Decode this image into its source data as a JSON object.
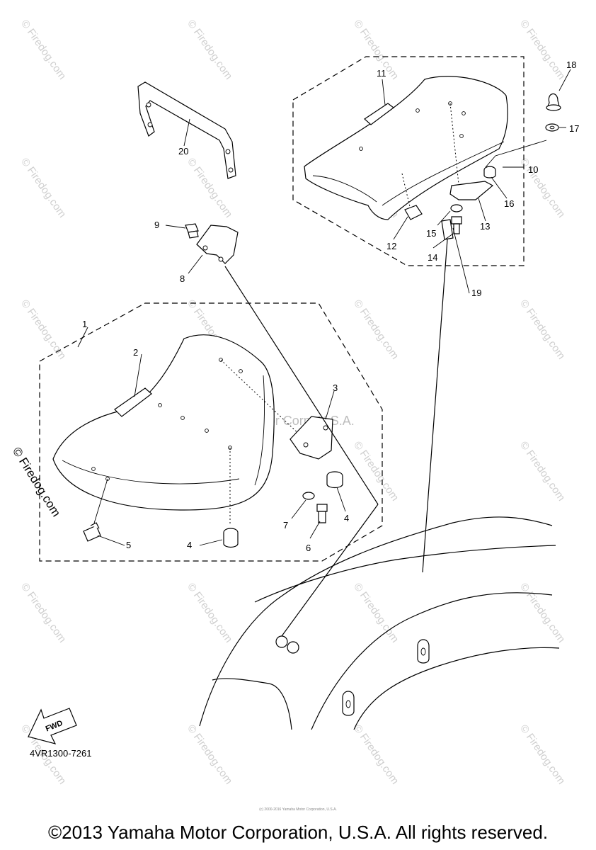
{
  "watermark": "© Firedog.com",
  "center_credit": "Yamaha Motor Corp, U.S.A.",
  "side_credit": "© Firedog.com",
  "part_code": "4VR1300-7261",
  "fwd_label": "FWD",
  "tiny_credit": "(c) 2000-2016 Yamaha Motor Corporation, U.S.A.",
  "copyright": "©2013 Yamaha Motor Corporation, U.S.A. All rights reserved.",
  "callouts": {
    "n1": "1",
    "n2": "2",
    "n3": "3",
    "n4a": "4",
    "n4b": "4",
    "n5": "5",
    "n6": "6",
    "n7": "7",
    "n8": "8",
    "n9": "9",
    "n10": "10",
    "n11": "11",
    "n12": "12",
    "n13": "13",
    "n14": "14",
    "n15": "15",
    "n16": "16",
    "n17": "17",
    "n18": "18",
    "n19": "19",
    "n20": "20"
  }
}
